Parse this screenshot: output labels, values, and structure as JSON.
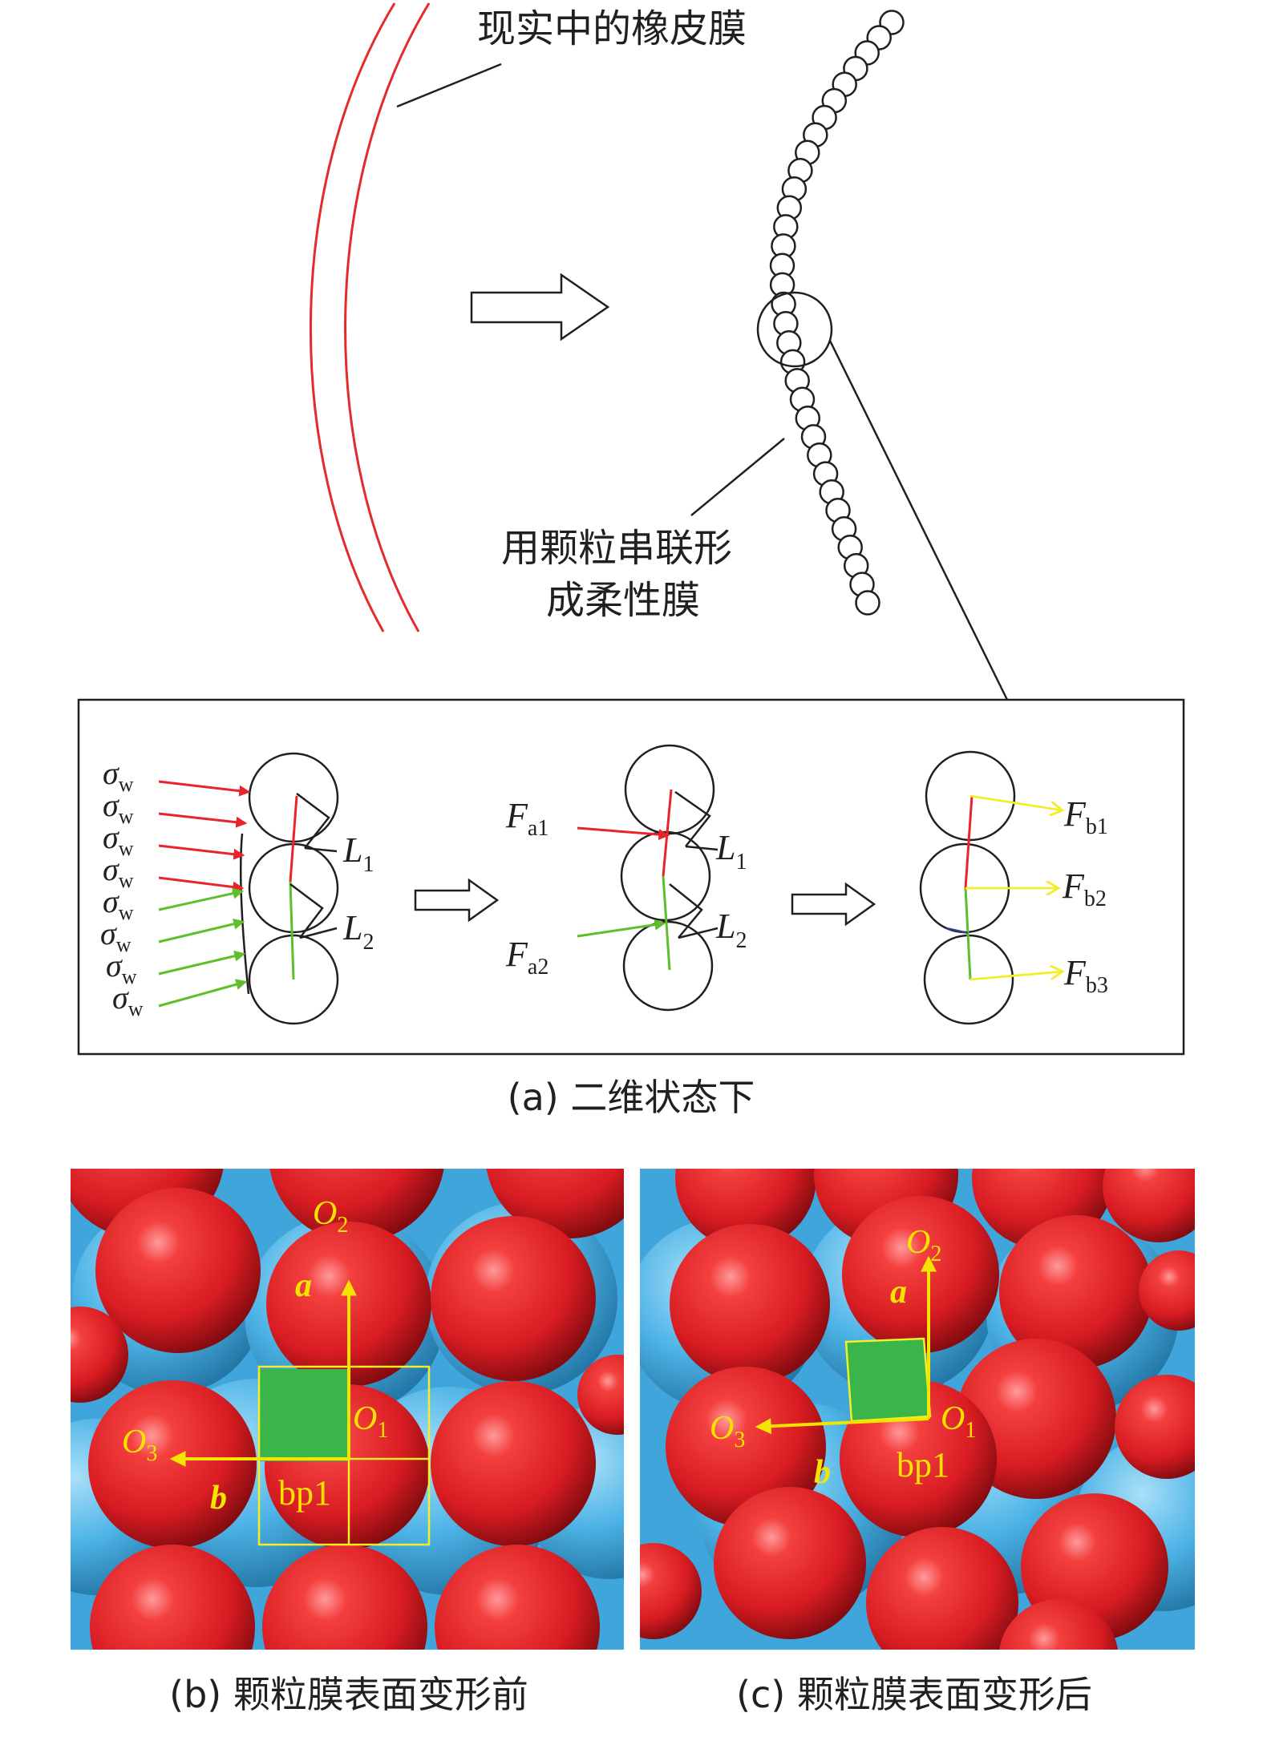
{
  "top": {
    "real_membrane_label": "现实中的橡皮膜",
    "particle_membrane_label_line1": "用颗粒串联形",
    "particle_membrane_label_line2": "成柔性膜"
  },
  "panel_a": {
    "caption": "(a) 二维状态下",
    "sigma_symbol": "σ",
    "sigma_sub": "w",
    "L_symbol": "L",
    "L1_sub": "1",
    "L2_sub": "2",
    "F_symbol": "F",
    "Fa1_sub": "a1",
    "Fa2_sub": "a2",
    "Fb1_sub": "b1",
    "Fb2_sub": "b2",
    "Fb3_sub": "b3"
  },
  "panel_b": {
    "caption": "(b) 颗粒膜表面变形前",
    "O": "O",
    "O1_sub": "1",
    "O2_sub": "2",
    "O3_sub": "3",
    "vec_a": "a",
    "vec_b": "b",
    "bp": "bp1"
  },
  "panel_c": {
    "caption": "(c) 颗粒膜表面变形后",
    "O": "O",
    "O1_sub": "1",
    "O2_sub": "2",
    "O3_sub": "3",
    "vec_a": "a",
    "vec_b": "b",
    "bp": "bp1"
  },
  "colors": {
    "membrane_red": "#e32b2b",
    "particle_red": "#e21f26",
    "particle_blue": "#4db3e6",
    "arrow_red": "#e8252a",
    "arrow_green": "#5fbf2a",
    "arrow_yellow": "#f2ee2a",
    "label_yellow": "#f5e400",
    "patch_green": "#3ab54a"
  }
}
